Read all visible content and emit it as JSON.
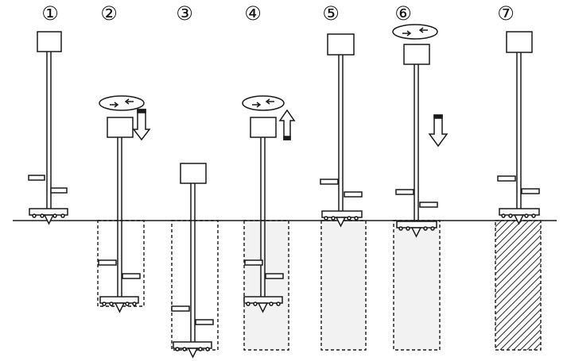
{
  "steps": [
    {
      "label": "①",
      "state": "positioned above ground"
    },
    {
      "label": "②",
      "state": "drilling down with rotation"
    },
    {
      "label": "③",
      "state": "reached design depth"
    },
    {
      "label": "④",
      "state": "withdrawing with rotation"
    },
    {
      "label": "⑤",
      "state": "withdrawn, column formed"
    },
    {
      "label": "⑥",
      "state": "re-penetration with rotation"
    },
    {
      "label": "⑦",
      "state": "completed column"
    }
  ],
  "colors": {
    "line": "#1a1a1a",
    "column_fill": "#f2f2f2",
    "hatch": "#333333",
    "background": "#ffffff"
  },
  "icons": {
    "rotation": "rotation-arrows-icon",
    "down": "down-arrow-icon",
    "up": "up-arrow-icon"
  }
}
